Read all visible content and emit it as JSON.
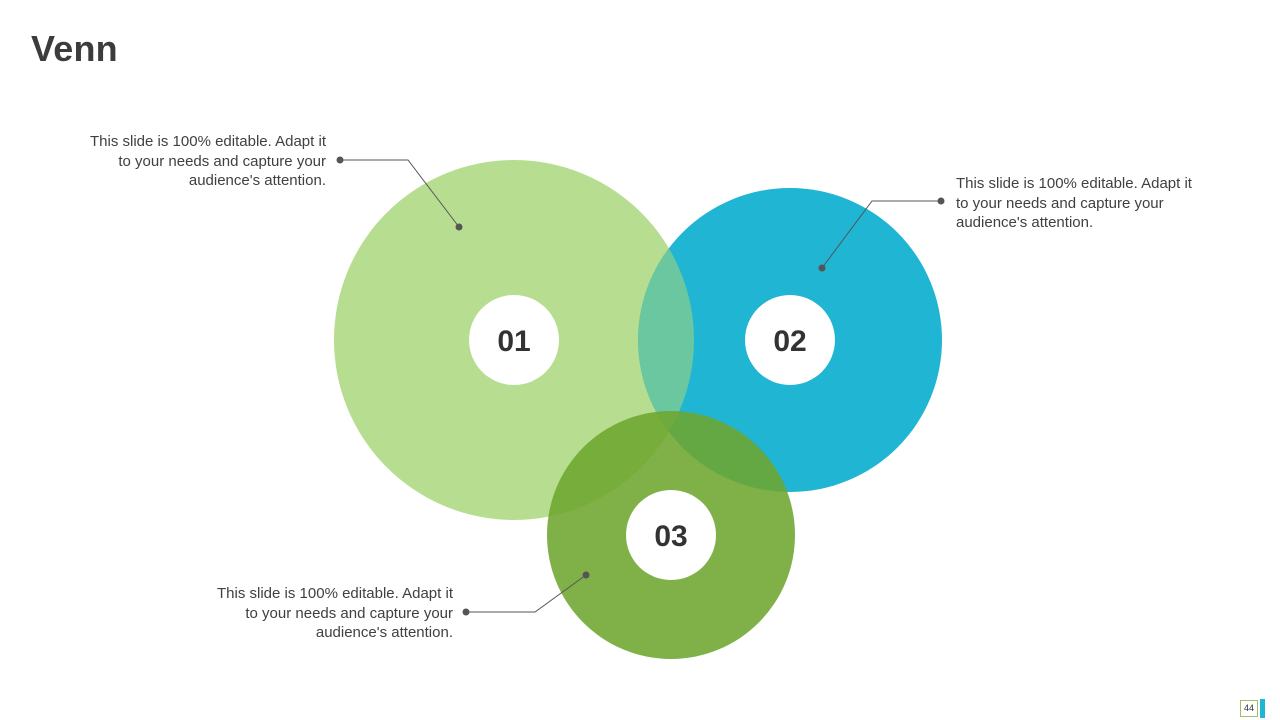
{
  "title": "Venn",
  "colors": {
    "circle_1": "#a7d677",
    "circle_2": "#1fb5d3",
    "circle_3": "#6ea62f",
    "callout_line": "#555555",
    "text": "#404040"
  },
  "circles": [
    {
      "label": "01"
    },
    {
      "label": "02"
    },
    {
      "label": "03"
    }
  ],
  "callouts": [
    {
      "lines": [
        "This slide is 100% editable. Adapt it",
        "to your needs and capture your",
        "audience's attention."
      ]
    },
    {
      "lines": [
        "This slide is 100% editable. Adapt it",
        "to your needs and capture your",
        "audience's attention."
      ]
    },
    {
      "lines": [
        "This slide is 100% editable. Adapt it",
        "to your needs and capture your",
        "audience's attention."
      ]
    }
  ],
  "page_number": "44"
}
